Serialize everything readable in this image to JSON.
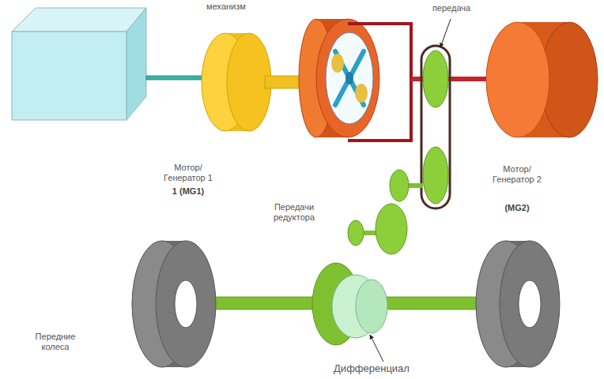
{
  "diagram": {
    "labels": [
      "механизм",
      "передача",
      "Мотор/ Генератор 1",
      "1 (MG1)",
      "Мотор/ Генератор 2",
      "(MG2)",
      "Передачи редуктора",
      "Передние колеса",
      "Дифференциал"
    ]
  }
}
